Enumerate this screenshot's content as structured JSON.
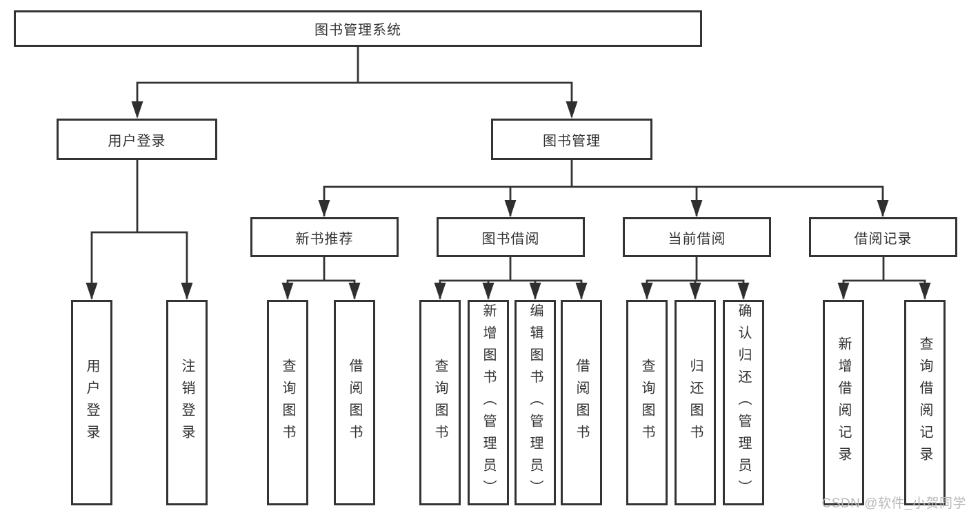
{
  "diagram": {
    "root": {
      "label": "图书管理系统"
    },
    "level2": {
      "user_login": {
        "label": "用户登录"
      },
      "book_management": {
        "label": "图书管理"
      }
    },
    "level3": {
      "new_book_recommend": {
        "label": "新书推荐"
      },
      "book_borrow": {
        "label": "图书借阅"
      },
      "current_borrow": {
        "label": "当前借阅"
      },
      "borrow_records": {
        "label": "借阅记录"
      }
    },
    "leaves": {
      "user_login": [
        "用户登录",
        "注销登录"
      ],
      "new_book_recommend": [
        "查询图书",
        "借阅图书"
      ],
      "book_borrow": [
        "查询图书",
        "新增图书（管理员）",
        "编辑图书（管理员）",
        "借阅图书"
      ],
      "current_borrow": [
        "查询图书",
        "归还图书",
        "确认归还（管理员）"
      ],
      "borrow_records": [
        "新增借阅记录",
        "查询借阅记录"
      ]
    }
  },
  "watermark": {
    "text": "CSDN @软件_小贺同学",
    "color": "#b9b9b9"
  },
  "colors": {
    "line": "#333333",
    "text": "#333333",
    "background": "#ffffff"
  }
}
